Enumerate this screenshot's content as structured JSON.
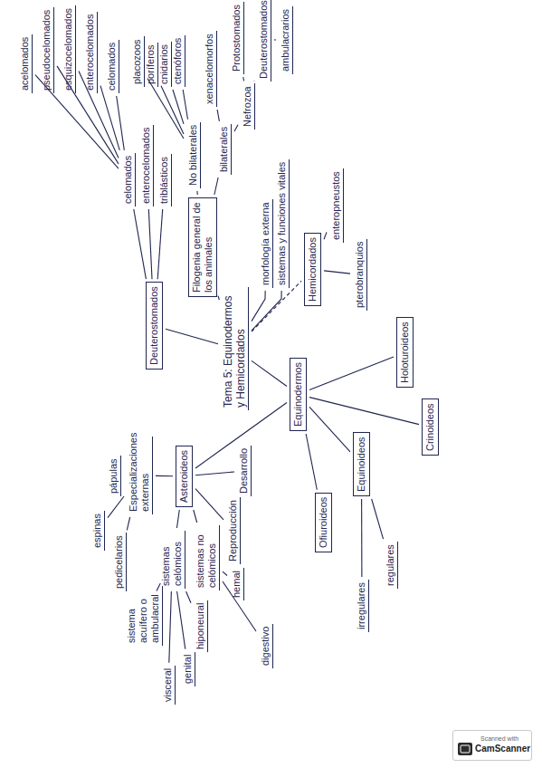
{
  "diagram": {
    "nodes": [
      {
        "text": [
          "Tema 5: Equinodermos y Hemicordados"
        ]
      },
      {
        "text": [
          "Deuterostomados"
        ]
      },
      {
        "text": [
          "Filogenia general de los animales"
        ]
      },
      {
        "text": [
          "Equinodermos"
        ]
      },
      {
        "text": [
          "Hemicordados"
        ]
      },
      {
        "text": [
          "morfología externa"
        ]
      },
      {
        "text": [
          "sistemas y funciones vitales"
        ]
      },
      {
        "text": [
          "enteropneustos"
        ]
      },
      {
        "text": [
          "pterobranquios"
        ]
      },
      {
        "text": [
          "Asteroideos"
        ]
      },
      {
        "text": [
          "Especializaciones externas"
        ]
      },
      {
        "text": [
          "espinas"
        ]
      },
      {
        "text": [
          "pedicelarios"
        ]
      },
      {
        "text": [
          "pápulas"
        ]
      },
      {
        "text": [
          "sistemas celómicos"
        ]
      },
      {
        "text": [
          "sistema acuífero o ambulacral"
        ]
      },
      {
        "text": [
          "hiponeural"
        ]
      },
      {
        "text": [
          "genital"
        ]
      },
      {
        "text": [
          "visceral"
        ]
      },
      {
        "text": [
          "sistemas no celómicos"
        ]
      },
      {
        "text": [
          "hemal"
        ]
      },
      {
        "text": [
          "digestivo"
        ]
      },
      {
        "text": [
          "Reproducción"
        ]
      },
      {
        "text": [
          "Desarrollo"
        ]
      },
      {
        "text": [
          "Ofiuroideos"
        ]
      },
      {
        "text": [
          "Equinoideos"
        ]
      },
      {
        "text": [
          "Crinoideos"
        ]
      },
      {
        "text": [
          "Holoturoideos"
        ]
      },
      {
        "text": [
          "irregulares"
        ]
      },
      {
        "text": [
          "regulares"
        ]
      },
      {
        "text": [
          "celomados"
        ]
      },
      {
        "text": [
          "enterocelomados"
        ]
      },
      {
        "text": [
          "triblásticos"
        ]
      },
      {
        "text": [
          "acelomados"
        ]
      },
      {
        "text": [
          "pseudocelomados"
        ]
      },
      {
        "text": [
          "esquizocelomados"
        ]
      },
      {
        "text": [
          "enterocelomados"
        ]
      },
      {
        "text": [
          "celomados"
        ]
      },
      {
        "text": [
          "No bilaterales"
        ]
      },
      {
        "text": [
          "placozoos"
        ]
      },
      {
        "text": [
          "poríferos"
        ]
      },
      {
        "text": [
          "cnidarios"
        ]
      },
      {
        "text": [
          "ctenóforos"
        ]
      },
      {
        "text": [
          "bilaterales"
        ]
      },
      {
        "text": [
          "xenacelomorfos"
        ]
      },
      {
        "text": [
          "Nefrozoa"
        ]
      },
      {
        "text": [
          "Protostomados"
        ]
      },
      {
        "text": [
          "Deuterostomados"
        ]
      },
      {
        "text": [
          "ambulacrarios"
        ]
      }
    ],
    "edges": [
      {
        "from": 0,
        "to": 1,
        "arrow": "none"
      },
      {
        "from": 0,
        "to": 2,
        "arrow": "none"
      },
      {
        "from": 0,
        "to": 3,
        "arrow": "none"
      },
      {
        "from": 0,
        "to": 4,
        "arrow": "none"
      },
      {
        "from": 0,
        "to": 5,
        "arrow": "none"
      },
      {
        "from": 0,
        "to": 6,
        "arrow": "none"
      },
      {
        "from": 4,
        "to": 7,
        "arrow": "none"
      },
      {
        "from": 4,
        "to": 8,
        "arrow": "none"
      },
      {
        "from": 3,
        "to": 9,
        "arrow": "none"
      },
      {
        "from": 3,
        "to": 24,
        "arrow": "none"
      },
      {
        "from": 3,
        "to": 25,
        "arrow": "none"
      },
      {
        "from": 3,
        "to": 26,
        "arrow": "none"
      },
      {
        "from": 3,
        "to": 27,
        "arrow": "none"
      },
      {
        "from": 9,
        "to": 10,
        "arrow": "none"
      },
      {
        "from": 9,
        "to": 14,
        "arrow": "none"
      },
      {
        "from": 9,
        "to": 19,
        "arrow": "none"
      },
      {
        "from": 9,
        "to": 22,
        "arrow": "none"
      },
      {
        "from": 9,
        "to": 23,
        "arrow": "none"
      },
      {
        "from": 10,
        "to": 11,
        "arrow": "none"
      },
      {
        "from": 10,
        "to": 12,
        "arrow": "none"
      },
      {
        "from": 10,
        "to": 13,
        "arrow": "none"
      },
      {
        "from": 14,
        "to": 15,
        "arrow": "none"
      },
      {
        "from": 14,
        "to": 16,
        "arrow": "none"
      },
      {
        "from": 14,
        "to": 17,
        "arrow": "none"
      },
      {
        "from": 14,
        "to": 18,
        "arrow": "none"
      },
      {
        "from": 19,
        "to": 20,
        "arrow": "none"
      },
      {
        "from": 19,
        "to": 21,
        "arrow": "none"
      },
      {
        "from": 25,
        "to": 28,
        "arrow": "none"
      },
      {
        "from": 25,
        "to": 29,
        "arrow": "none"
      },
      {
        "from": 1,
        "to": 30,
        "arrow": "none"
      },
      {
        "from": 1,
        "to": 31,
        "arrow": "none"
      },
      {
        "from": 1,
        "to": 32,
        "arrow": "none"
      },
      {
        "from": 30,
        "to": 33,
        "arrow": "none"
      },
      {
        "from": 30,
        "to": 34,
        "arrow": "none"
      },
      {
        "from": 30,
        "to": 35,
        "arrow": "none"
      },
      {
        "from": 30,
        "to": 36,
        "arrow": "none"
      },
      {
        "from": 30,
        "to": 37,
        "arrow": "none"
      },
      {
        "from": 2,
        "to": 38,
        "arrow": "none"
      },
      {
        "from": 2,
        "to": 43,
        "arrow": "none"
      },
      {
        "from": 38,
        "to": 39,
        "arrow": "none"
      },
      {
        "from": 38,
        "to": 40,
        "arrow": "none"
      },
      {
        "from": 38,
        "to": 41,
        "arrow": "none"
      },
      {
        "from": 38,
        "to": 42,
        "arrow": "none"
      },
      {
        "from": 43,
        "to": 44,
        "arrow": "none"
      },
      {
        "from": 43,
        "to": 45,
        "arrow": "none"
      },
      {
        "from": 45,
        "to": 46,
        "arrow": "none"
      },
      {
        "from": 45,
        "to": 47,
        "arrow": "none"
      },
      {
        "from": 47,
        "to": 48,
        "arrow": "none"
      }
    ],
    "labels": [
      "Scanned with",
      "CamScanner"
    ]
  }
}
